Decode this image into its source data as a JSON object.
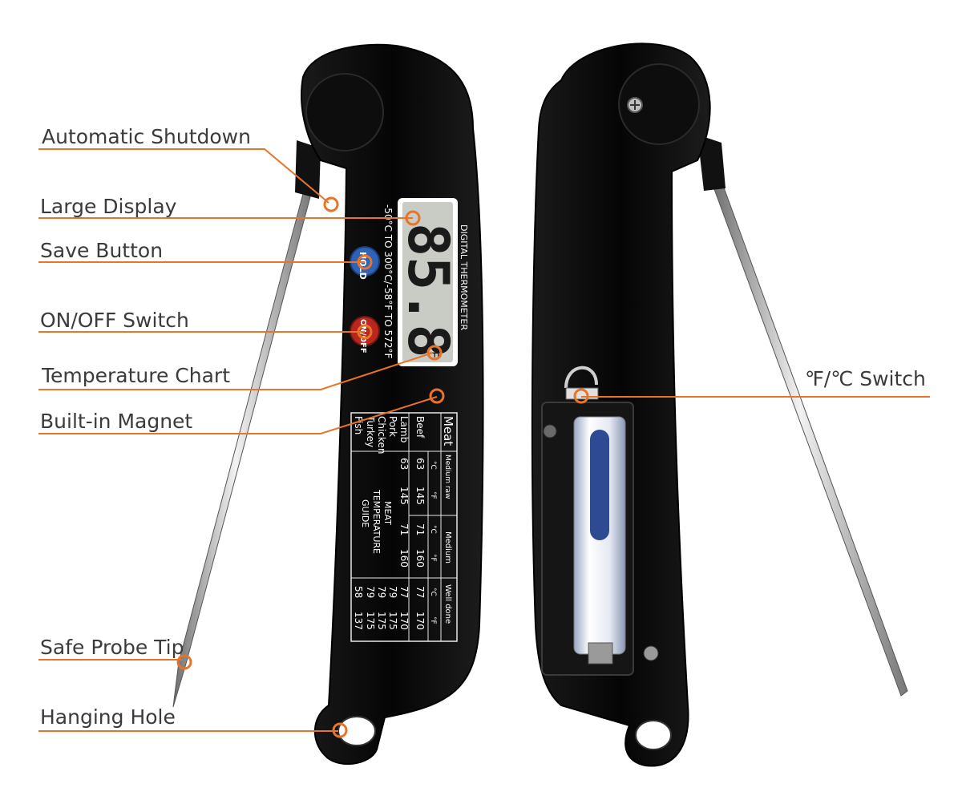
{
  "callouts": {
    "auto_shutdown": "Automatic Shutdown",
    "large_display": "Large Display",
    "save_button": "Save Button",
    "on_off": "ON/OFF Switch",
    "temp_chart": "Temperature Chart",
    "magnet": "Built-in Magnet",
    "probe_tip": "Safe Probe Tip",
    "hanging_hole": "Hanging Hole",
    "unit_switch": "℉/℃ Switch"
  },
  "device": {
    "display_value": "85.8",
    "display_unit": "°F",
    "brand_label": "DIGITAL THERMOMETER",
    "range_label": "-50°C TO 300°C/-58°F TO 572°F",
    "hold_label": "HOLD",
    "onoff_label": "ON/OFF"
  },
  "chart": {
    "title": "Meat",
    "col_medium_rare": "Medium raw",
    "col_medium": "Medium",
    "col_well_done": "Well done",
    "unit_c": "°C",
    "unit_f": "°F",
    "guide_line1": "MEAT",
    "guide_line2": "TEMPERATURE",
    "guide_line3": "GUIDE",
    "rows": [
      {
        "name": "Beef",
        "mr_c": "63",
        "mr_f": "145",
        "m_c": "71",
        "m_f": "160",
        "wd_c": "77",
        "wd_f": "170"
      },
      {
        "name": "Lamb",
        "mr_c": "63",
        "mr_f": "145",
        "m_c": "71",
        "m_f": "160",
        "wd_c": "77",
        "wd_f": "170"
      },
      {
        "name": "Pork",
        "mr_c": "",
        "mr_f": "",
        "m_c": "",
        "m_f": "",
        "wd_c": "79",
        "wd_f": "175"
      },
      {
        "name": "Chicken",
        "mr_c": "",
        "mr_f": "",
        "m_c": "",
        "m_f": "",
        "wd_c": "79",
        "wd_f": "175"
      },
      {
        "name": "Turkey",
        "mr_c": "",
        "mr_f": "",
        "m_c": "",
        "m_f": "",
        "wd_c": "79",
        "wd_f": "175"
      },
      {
        "name": "Fish",
        "mr_c": "",
        "mr_f": "",
        "m_c": "",
        "m_f": "",
        "wd_c": "58",
        "wd_f": "137"
      }
    ]
  },
  "colors": {
    "accent": "#e8742a",
    "body": "#0b0b0b",
    "lcd": "#c9ccc4",
    "hold_button": "#2f63b8",
    "onoff_button": "#b8261e",
    "battery": "#2d4a92"
  }
}
